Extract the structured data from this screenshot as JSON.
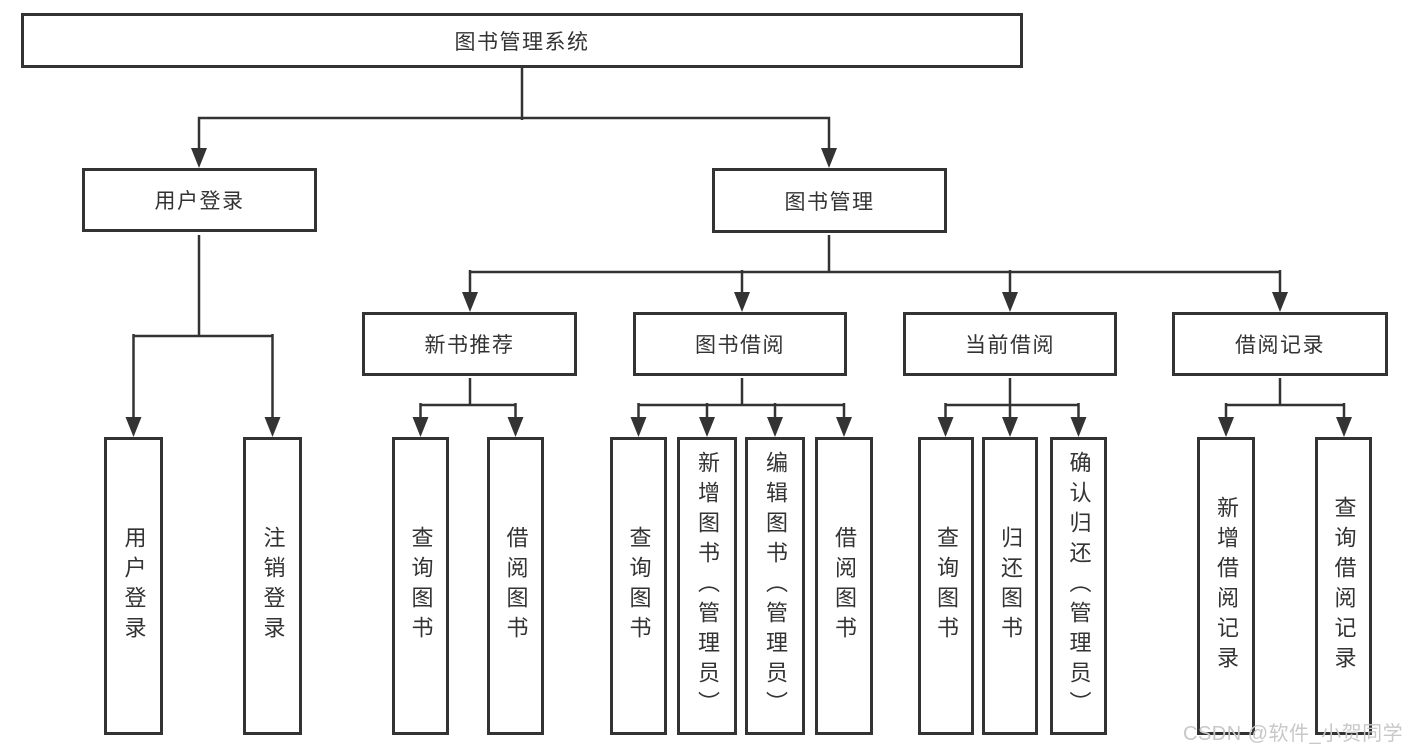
{
  "colors": {
    "line": "#333333",
    "box_border": "#333333",
    "text": "#333333",
    "background": "#ffffff",
    "watermark": "#c8c8c8"
  },
  "watermark": {
    "text": "CSDN @软件_小贺同学"
  },
  "diagram": {
    "root": {
      "label": "图书管理系统"
    },
    "branches": {
      "user_login": {
        "label": "用户登录",
        "children": [
          {
            "label": "用户登录"
          },
          {
            "label": "注销登录"
          }
        ]
      },
      "book_management": {
        "label": "图书管理",
        "children": {
          "new_book_recommend": {
            "label": "新书推荐",
            "children": [
              {
                "label": "查询图书"
              },
              {
                "label": "借阅图书"
              }
            ]
          },
          "book_borrow": {
            "label": "图书借阅",
            "children": [
              {
                "label": "查询图书"
              },
              {
                "label": "新增图书（管理员）"
              },
              {
                "label": "编辑图书（管理员）"
              },
              {
                "label": "借阅图书"
              }
            ]
          },
          "current_borrow": {
            "label": "当前借阅",
            "children": [
              {
                "label": "查询图书"
              },
              {
                "label": "归还图书"
              },
              {
                "label": "确认归还（管理员）"
              }
            ]
          },
          "borrow_record": {
            "label": "借阅记录",
            "children": [
              {
                "label": "新增借阅记录"
              },
              {
                "label": "查询借阅记录"
              }
            ]
          }
        }
      }
    }
  }
}
